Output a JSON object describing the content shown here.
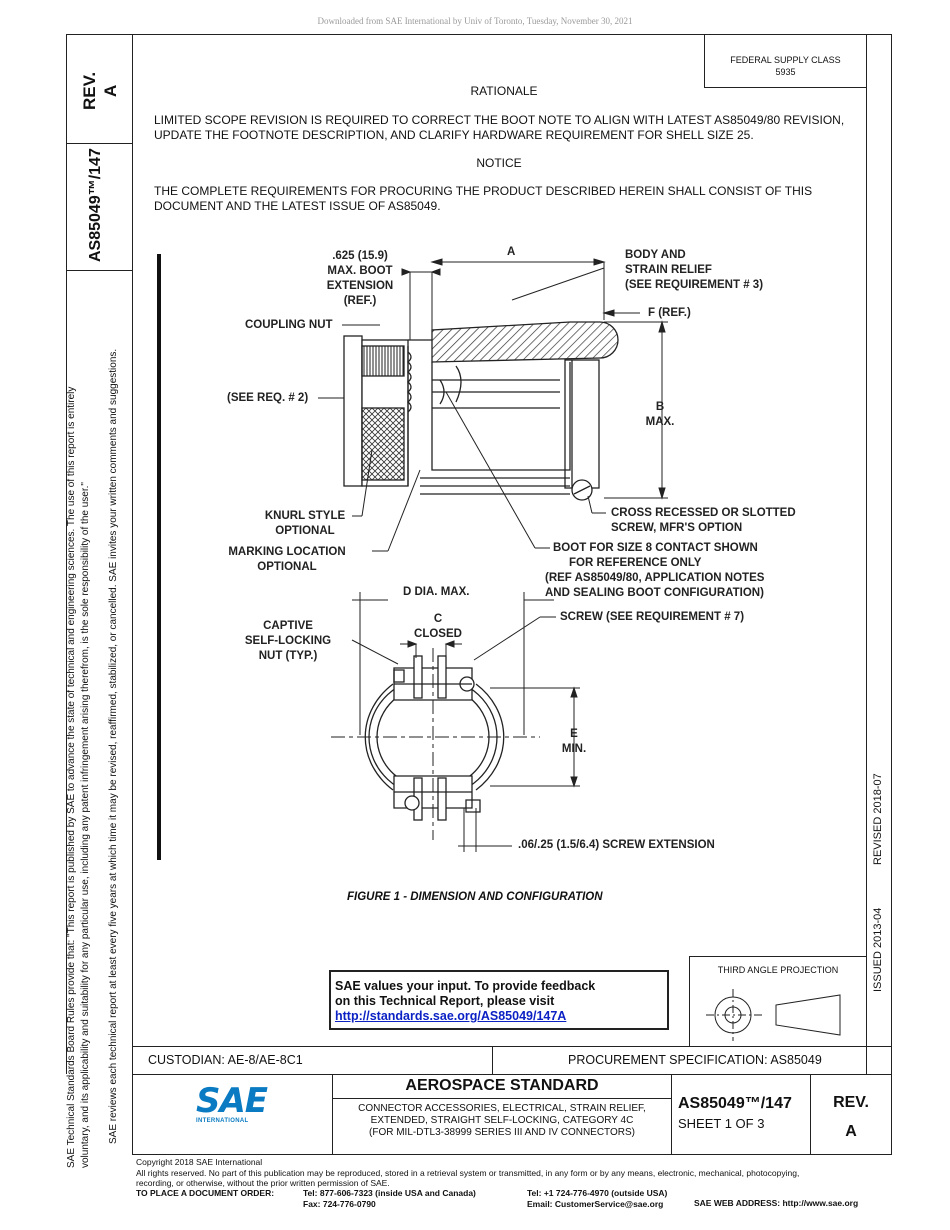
{
  "watermark": "Downloaded from SAE International by Univ of Toronto, Tuesday, November 30, 2021",
  "left_margin": {
    "rev_label": "REV.",
    "rev_value": "A",
    "doc_number": "AS85049™/147",
    "disclaimer_1": "SAE Technical Standards Board Rules provide that: \"This report is published by SAE to advance the state of technical and engineering sciences. The use of this report is entirely",
    "disclaimer_2": "voluntary, and its applicability and suitability for any particular use, including any patent infringement arising therefrom, is the sole responsibility of the user.\"",
    "disclaimer_3": "SAE reviews each technical report at least every five years at which time it may be revised, reaffirmed, stabilized, or cancelled. SAE invites your written comments and suggestions."
  },
  "right_margin": {
    "issued": "ISSUED 2013-04",
    "revised": "REVISED 2018-07"
  },
  "federal_supply": {
    "line1": "FEDERAL SUPPLY CLASS",
    "line2": "5935"
  },
  "rationale": {
    "heading": "RATIONALE",
    "text": "LIMITED SCOPE REVISION IS REQUIRED TO CORRECT THE BOOT NOTE TO ALIGN WITH LATEST AS85049/80 REVISION, UPDATE THE FOOTNOTE DESCRIPTION, AND CLARIFY HARDWARE REQUIREMENT FOR SHELL SIZE 25."
  },
  "notice": {
    "heading": "NOTICE",
    "text": "THE COMPLETE REQUIREMENTS FOR PROCURING THE PRODUCT DESCRIBED HEREIN SHALL CONSIST OF THIS DOCUMENT AND THE LATEST ISSUE OF AS85049."
  },
  "figure": {
    "labels": {
      "boot_ext_1": ".625 (15.9)",
      "boot_ext_2": "MAX. BOOT",
      "boot_ext_3": "EXTENSION",
      "boot_ext_4": "(REF.)",
      "dim_a": "A",
      "body_1": "BODY AND",
      "body_2": "STRAIN RELIEF",
      "body_3": "(SEE REQUIREMENT # 3)",
      "coupling_nut": "COUPLING NUT",
      "f_ref": "F (REF.)",
      "see_req2": "(SEE REQ. # 2)",
      "b_1": "B",
      "b_2": "MAX.",
      "knurl_1": "KNURL STYLE",
      "knurl_2": "OPTIONAL",
      "cross_1": "CROSS RECESSED OR SLOTTED",
      "cross_2": "SCREW, MFR'S OPTION",
      "marking_1": "MARKING LOCATION",
      "marking_2": "OPTIONAL",
      "boot_1": "BOOT FOR SIZE 8 CONTACT SHOWN",
      "boot_2": "FOR REFERENCE ONLY",
      "boot_3": "(REF AS85049/80, APPLICATION NOTES",
      "boot_4": "AND SEALING BOOT CONFIGURATION)",
      "d_dia": "D DIA. MAX.",
      "c_1": "C",
      "c_2": "CLOSED",
      "screw": "SCREW (SEE REQUIREMENT # 7)",
      "captive_1": "CAPTIVE",
      "captive_2": "SELF-LOCKING",
      "captive_3": "NUT (TYP.)",
      "e_1": "E",
      "e_2": "MIN.",
      "screw_ext": ".06/.25 (1.5/6.4) SCREW EXTENSION"
    },
    "caption": "FIGURE 1 - DIMENSION AND CONFIGURATION"
  },
  "feedback": {
    "line1": "SAE values your input. To provide feedback",
    "line2": "on this Technical Report, please visit",
    "link": "http://standards.sae.org/AS85049/147A"
  },
  "projection": {
    "label": "THIRD ANGLE PROJECTION"
  },
  "title_block": {
    "custodian": "CUSTODIAN: AE-8/AE-8C1",
    "procurement": "PROCUREMENT SPECIFICATION: AS85049",
    "standard_type": "AEROSPACE STANDARD",
    "title_1": "CONNECTOR ACCESSORIES, ELECTRICAL, STRAIN RELIEF,",
    "title_2": "EXTENDED, STRAIGHT SELF-LOCKING, CATEGORY 4C",
    "title_3": "(FOR MIL-DTL3-38999 SERIES III AND IV CONNECTORS)",
    "doc_number": "AS85049™/147",
    "sheet": "SHEET 1 OF 3",
    "rev_label": "REV.",
    "rev_value": "A",
    "logo_text": "SAE",
    "logo_sub": "INTERNATIONAL"
  },
  "footer": {
    "copyright": "Copyright 2018 SAE International",
    "rights_1": "All rights reserved. No part of this publication may be reproduced, stored in a retrieval system or transmitted, in any form or by any means, electronic, mechanical, photocopying,",
    "rights_2": "recording, or otherwise, without the prior written permission of SAE.",
    "order_label": "TO PLACE A DOCUMENT ORDER:",
    "tel_us": "Tel: 877-606-7323 (inside USA and Canada)",
    "fax": "Fax: 724-776-0790",
    "tel_intl": "Tel: +1 724-776-4970 (outside USA)",
    "email": "Email: CustomerService@sae.org",
    "web": "SAE WEB ADDRESS: http://www.sae.org"
  }
}
